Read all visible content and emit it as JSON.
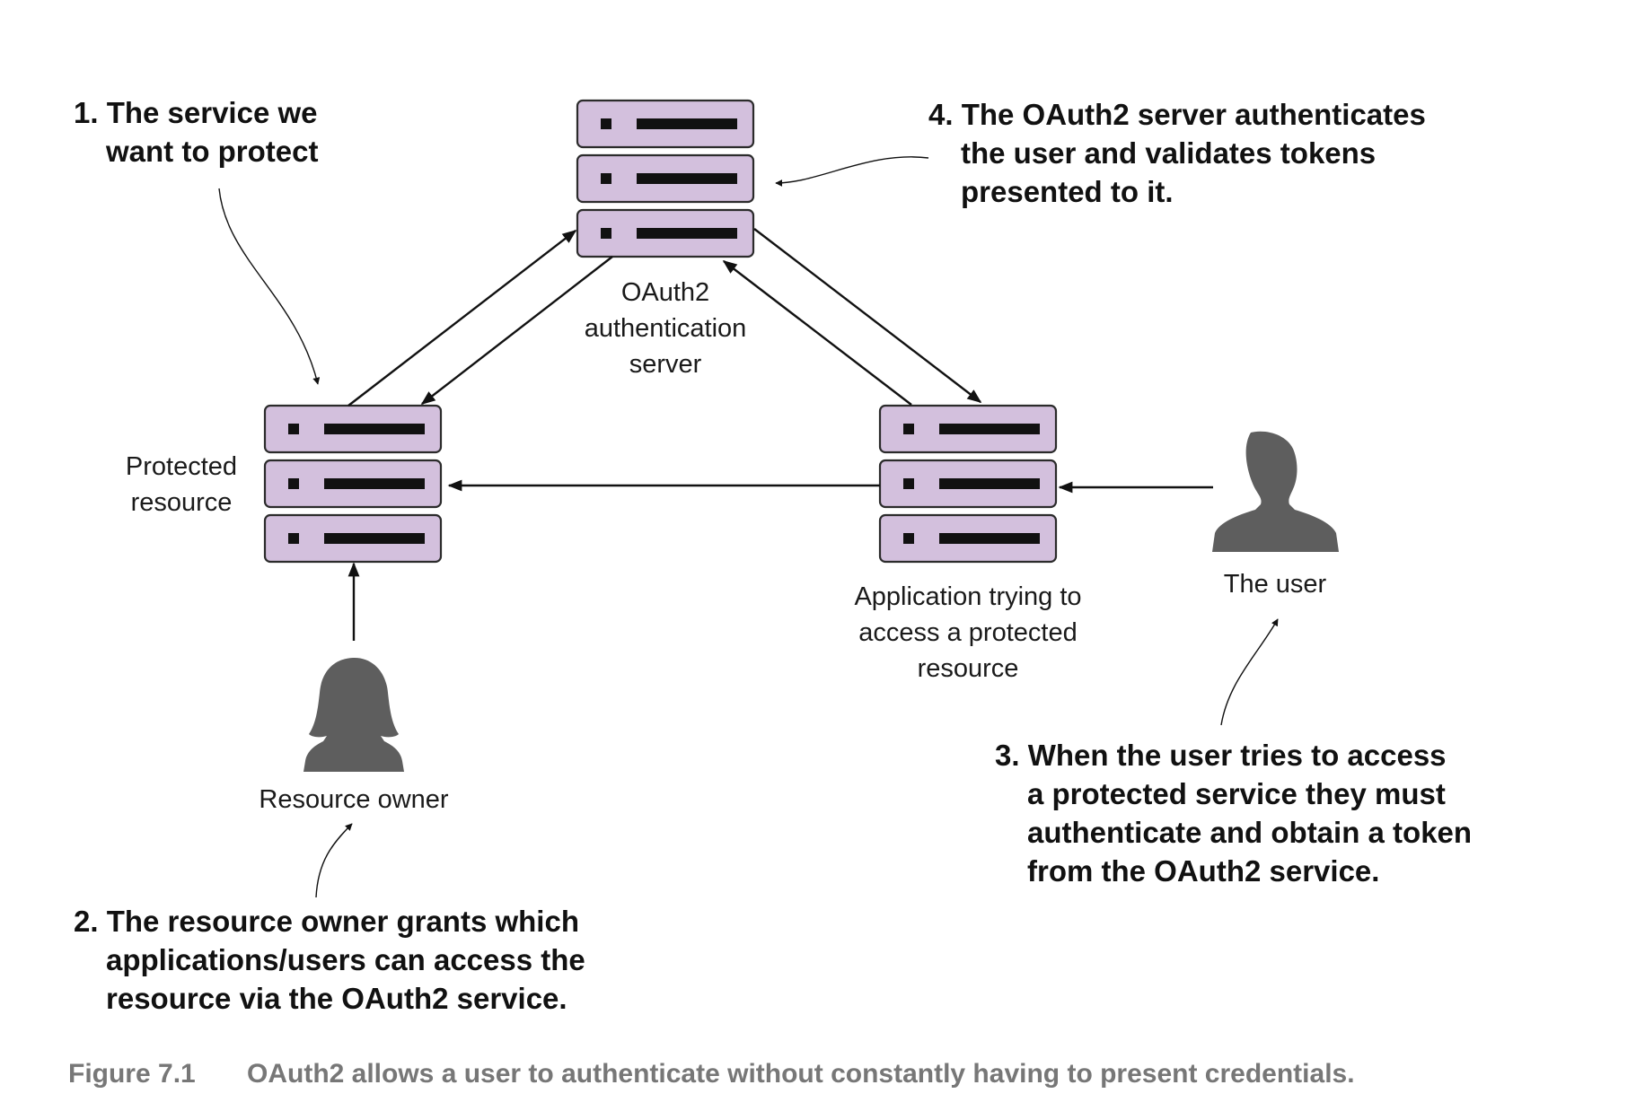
{
  "colors": {
    "server_fill": "#d3c0dd",
    "person_fill": "#5e5e5e",
    "caption_text": "#777777"
  },
  "callouts": {
    "c1": [
      "1. The service we",
      "want to protect"
    ],
    "c2": [
      "2. The resource owner grants which",
      "applications/users can access the",
      "resource via the OAuth2 service."
    ],
    "c3": [
      "3. When the user tries to access",
      "a protected service they must",
      "authenticate and obtain a token",
      "from the OAuth2 service."
    ],
    "c4": [
      "4. The OAuth2 server authenticates",
      "the user and validates tokens",
      "presented to it."
    ]
  },
  "nodes": {
    "auth_server": [
      "OAuth2",
      "authentication",
      "server"
    ],
    "protected_resource": [
      "Protected",
      "resource"
    ],
    "application": [
      "Application trying to",
      "access a protected",
      "resource"
    ],
    "resource_owner": [
      "Resource owner"
    ],
    "user": [
      "The user"
    ]
  },
  "icons": {
    "server": "server-stack-icon",
    "resource_owner": "person-female-silhouette-icon",
    "user": "person-male-silhouette-icon"
  },
  "caption": {
    "figure": "Figure 7.1",
    "text": "OAuth2 allows a user to authenticate without constantly having to present credentials."
  }
}
